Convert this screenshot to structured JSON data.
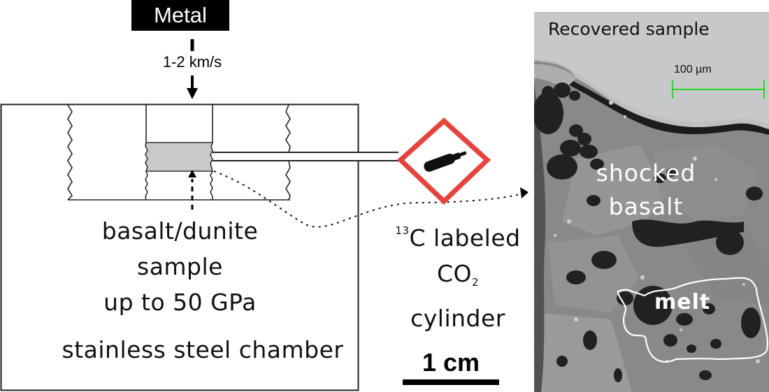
{
  "projectile": {
    "label": "Metal",
    "velocity": "1-2 km/s"
  },
  "chamber": {
    "sample_label_lines": [
      "basalt/dunite",
      "sample",
      "up to 50 GPa"
    ],
    "chamber_label": "stainless steel chamber"
  },
  "gas": {
    "isotope_superscript": "13",
    "label_line1_rest": "C labeled",
    "formula_base": "CO",
    "formula_subscript": "2",
    "label_line3": "cylinder",
    "hazard_icon": "gas-cylinder-ghs-pictogram",
    "hazard_color": "#e8423a"
  },
  "scale_bar_left": {
    "label": "1 cm"
  },
  "sem_image": {
    "title": "Recovered sample",
    "scale_label": "100 µm",
    "scale_color": "#22dd22",
    "region_labels": {
      "shocked_line1": "shocked",
      "shocked_line2": "basalt",
      "melt": "melt"
    }
  }
}
